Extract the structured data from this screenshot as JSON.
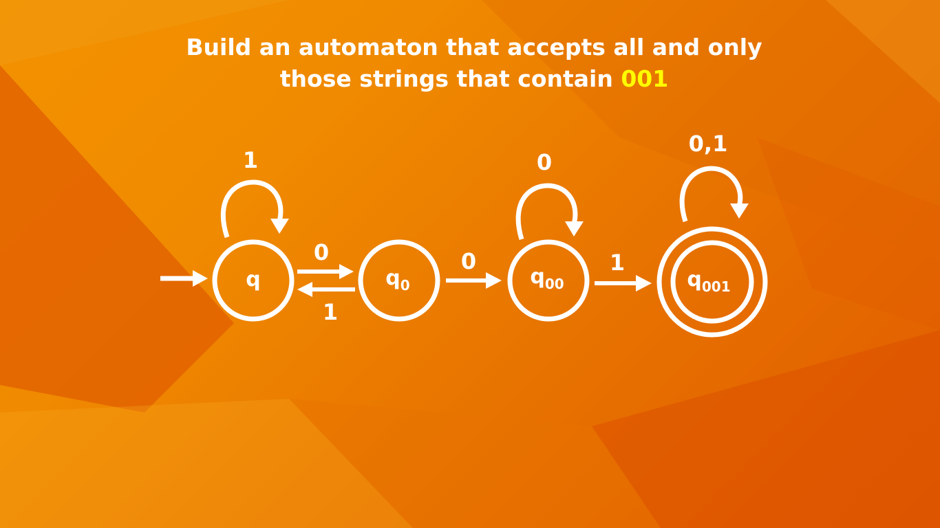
{
  "title": {
    "line1": "Build an automaton that accepts all and only",
    "line2_prefix": "those strings that contain ",
    "line2_highlight": "001"
  },
  "colors": {
    "background": "#f08a00",
    "foreground": "#ffffff",
    "highlight": "#ffff00"
  },
  "states": [
    {
      "id": "q",
      "base": "q",
      "subscript": "",
      "start": true,
      "accepting": false
    },
    {
      "id": "q0",
      "base": "q",
      "subscript": "0",
      "start": false,
      "accepting": false
    },
    {
      "id": "q00",
      "base": "q",
      "subscript": "00",
      "start": false,
      "accepting": false
    },
    {
      "id": "q001",
      "base": "q",
      "subscript": "001",
      "start": false,
      "accepting": true
    }
  ],
  "transitions": [
    {
      "from": "q",
      "to": "q",
      "label": "1"
    },
    {
      "from": "q",
      "to": "q0",
      "label": "0"
    },
    {
      "from": "q0",
      "to": "q",
      "label": "1"
    },
    {
      "from": "q0",
      "to": "q00",
      "label": "0"
    },
    {
      "from": "q00",
      "to": "q00",
      "label": "0"
    },
    {
      "from": "q00",
      "to": "q001",
      "label": "1"
    },
    {
      "from": "q001",
      "to": "q001",
      "label": "0,1"
    }
  ]
}
